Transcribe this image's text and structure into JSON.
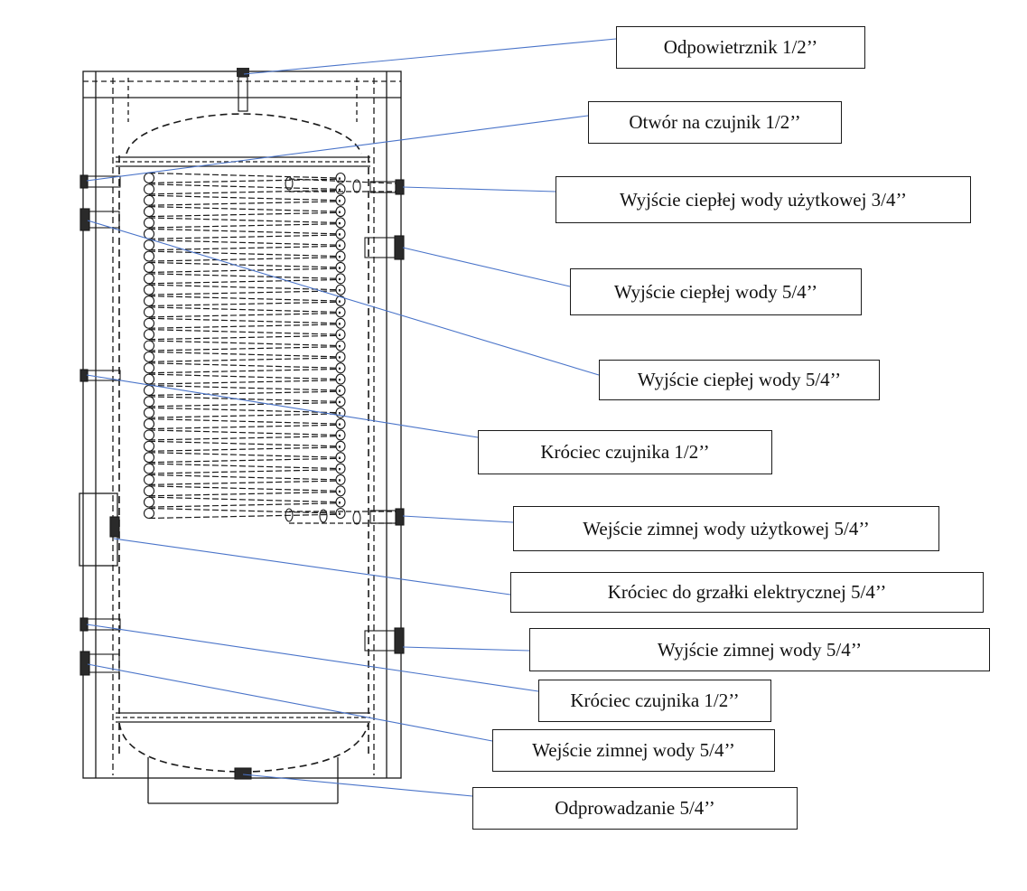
{
  "labels": {
    "air_vent": "Odpowietrznik 1/2’’",
    "sensor_opening": "Otwór na czujnik 1/2’’",
    "dhw_hot_out": "Wyjście ciepłej wody użytkowej 3/4’’",
    "hot_out_right": "Wyjście ciepłej wody 5/4’’",
    "hot_out_left": "Wyjście ciepłej wody 5/4’’",
    "sensor_upper": "Króciec czujnika 1/2’’",
    "dhw_cold_in": "Wejście zimnej wody użytkowej 5/4’’",
    "heater_port": "Króciec do grzałki elektrycznej 5/4’’",
    "cold_out_right": "Wyjście zimnej wody 5/4’’",
    "sensor_lower": "Króciec czujnika 1/2’’",
    "cold_in_left": "Wejście zimnej wody 5/4’’",
    "drain": "Odprowadzanie 5/4’’"
  },
  "colors": {
    "leader_line": "#4a74c9",
    "drawing_line": "#1a1a1a",
    "fitting_fill": "#2a2a2a"
  }
}
